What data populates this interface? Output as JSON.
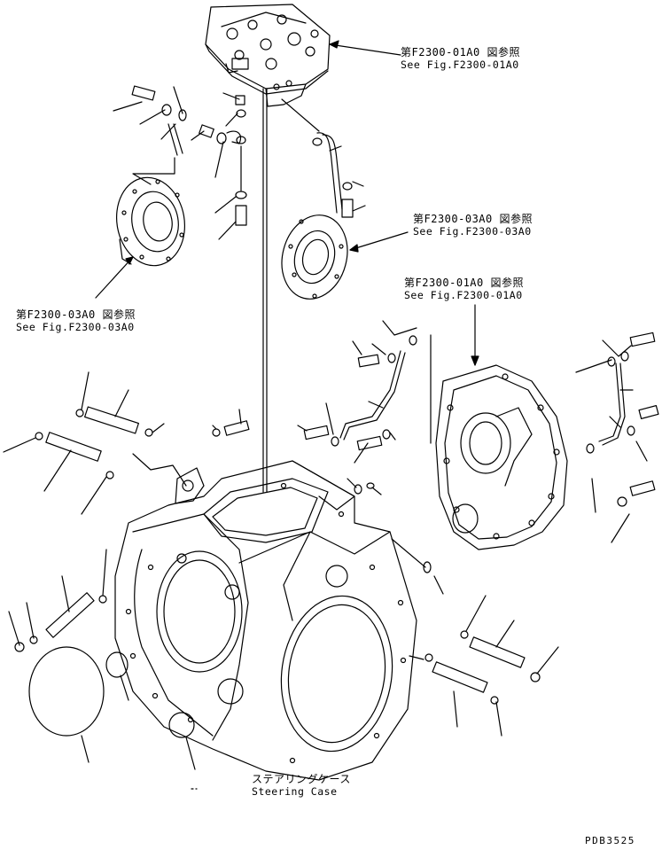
{
  "references": [
    {
      "jp": "第F2300-01A0 図参照",
      "en": "See Fig.F2300-01A0"
    },
    {
      "jp": "第F2300-03A0 図参照",
      "en": "See Fig.F2300-03A0"
    },
    {
      "jp": "第F2300-01A0 図参照",
      "en": "See Fig.F2300-01A0"
    },
    {
      "jp": "第F2300-03A0 図参照",
      "en": "See Fig.F2300-03A0"
    }
  ],
  "main_part": {
    "jp": "ステアリングケース",
    "en": "Steering Case"
  },
  "drawing_code": "PDB3525"
}
